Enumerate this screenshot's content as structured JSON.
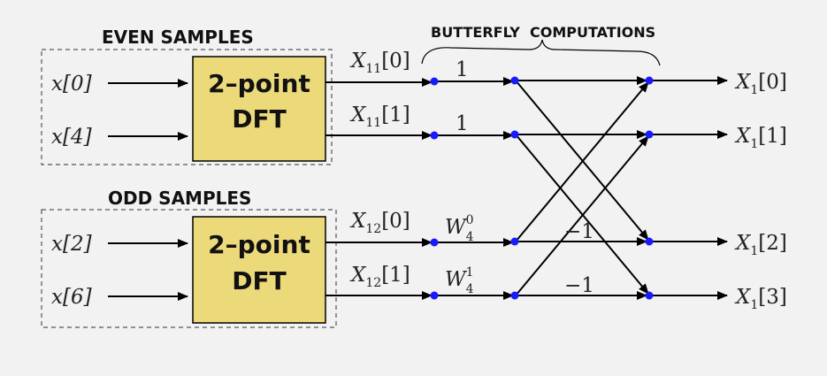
{
  "headers": {
    "even": "EVEN SAMPLES",
    "odd": "ODD SAMPLES",
    "butterfly": "BUTTERFLY  COMPUTATIONS"
  },
  "inputs": {
    "x0": "x[0]",
    "x4": "x[4]",
    "x2": "x[2]",
    "x6": "x[6]"
  },
  "dft_blocks": {
    "top": {
      "line1": "2–point",
      "line2": "DFT"
    },
    "bottom": {
      "line1": "2–point",
      "line2": "DFT"
    }
  },
  "intermediate": {
    "x11_0": {
      "base": "X",
      "sub": "11",
      "idx": "[0]"
    },
    "x11_1": {
      "base": "X",
      "sub": "11",
      "idx": "[1]"
    },
    "x12_0": {
      "base": "X",
      "sub": "12",
      "idx": "[0]"
    },
    "x12_1": {
      "base": "X",
      "sub": "12",
      "idx": "[1]"
    }
  },
  "branch_gains": {
    "g0": "1",
    "g1": "1",
    "w40": {
      "base": "W",
      "sub": "4",
      "sup": "0"
    },
    "w41": {
      "base": "W",
      "sub": "4",
      "sup": "1"
    },
    "neg_a": "−1",
    "neg_b": "−1"
  },
  "outputs": {
    "X1_0": {
      "base": "X",
      "sub": "1",
      "idx": "[0]"
    },
    "X1_1": {
      "base": "X",
      "sub": "1",
      "idx": "[1]"
    },
    "X1_2": {
      "base": "X",
      "sub": "1",
      "idx": "[2]"
    },
    "X1_3": {
      "base": "X",
      "sub": "1",
      "idx": "[3]"
    }
  },
  "colors": {
    "block_fill": "#ecd97a",
    "node": "#1a1aff",
    "line": "#000000",
    "dash": "#555555"
  }
}
